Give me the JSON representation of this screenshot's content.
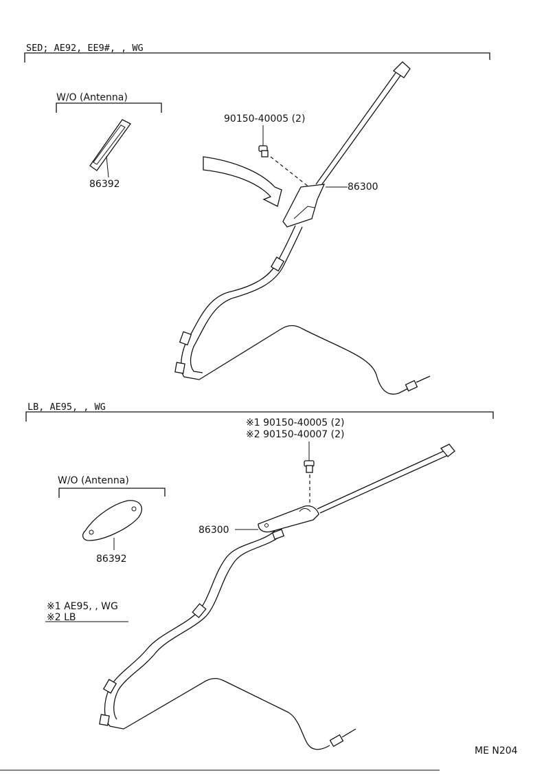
{
  "sections": [
    {
      "header": "SED; AE92, EE9#, , WG",
      "wo_label": "W/O (Antenna)",
      "cover_part": "86392",
      "bolt_part": "90150-40005 (2)",
      "antenna_part": "86300"
    },
    {
      "header": "LB, AE95, , WG",
      "wo_label": "W/O (Antenna)",
      "cover_part": "86392",
      "bolt_part_1": "※1  90150-40005 (2)",
      "bolt_part_2": "※2  90150-40007 (2)",
      "antenna_part": "86300",
      "notes": [
        "※1  AE95, , WG",
        "※2  LB"
      ]
    }
  ],
  "page_code": "ME  N204"
}
